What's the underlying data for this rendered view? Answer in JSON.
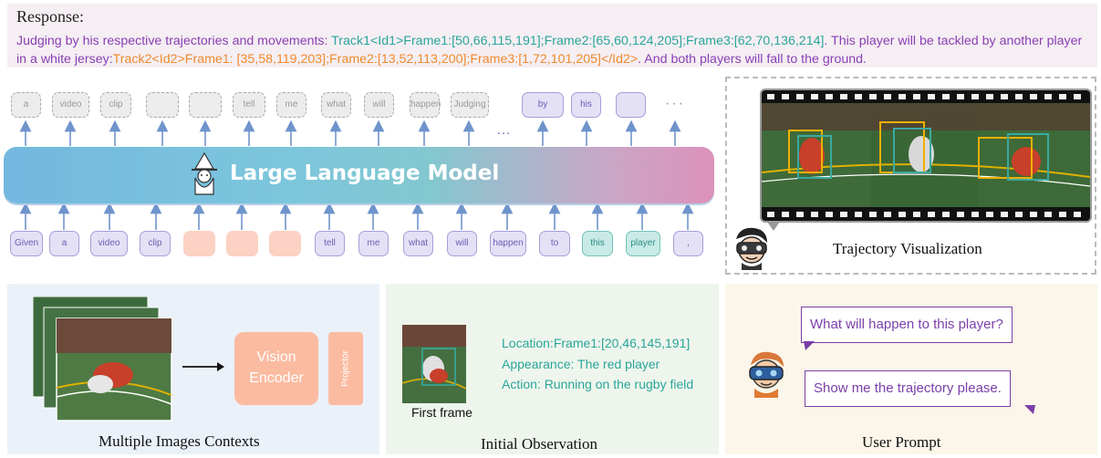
{
  "response": {
    "title": "Response:",
    "part1": "Judging by his respective trajectories and movements: ",
    "part2": "Track1<Id1>Frame1:[50,66,115,191];Frame2:[65,60,124,205];Frame3:[62,70,136,214]",
    "part3": ". This player will be tackled by another player in a white jersey:",
    "part4": "Track2<Id2>Frame1: [35,58,119,203];Frame2:[13,52,113,200];Frame3:[1,72,101,205]</Id2>",
    "part5": ". And both players will fall to the ground."
  },
  "output_tokens": [
    "a",
    "video",
    "clip",
    "",
    "",
    "tell",
    "me",
    "what",
    "will",
    "happen",
    "Judging",
    "by",
    "his"
  ],
  "output_ellipsis_mid": "…",
  "output_ellipsis_end": "···",
  "input_tokens": [
    "Given",
    "a",
    "video",
    "clip",
    "",
    "",
    "",
    "tell",
    "me",
    "what",
    "will",
    "happen",
    "to",
    "this",
    "player",
    ","
  ],
  "llm_title": "Large Language Model",
  "trajectory_caption": "Trajectory Visualization",
  "mic": {
    "caption": "Multiple Images Contexts",
    "vision_encoder": "Vision Encoder",
    "projector": "Projector"
  },
  "observation": {
    "caption": "Initial Observation",
    "first_frame": "First frame",
    "location": "Location:Frame1:[20,46,145,191]",
    "appearance": "Appearance: The red player",
    "action": "Action: Running on the rugby field"
  },
  "user_prompt": {
    "caption": "User Prompt",
    "q1": "What will happen to this player?",
    "q2": "Show me the trajectory please."
  },
  "colors": {
    "purple": "#8a3fb5",
    "teal": "#2aa59a",
    "orange": "#ef8a2c",
    "vision_encoder": "#fbbba0"
  }
}
